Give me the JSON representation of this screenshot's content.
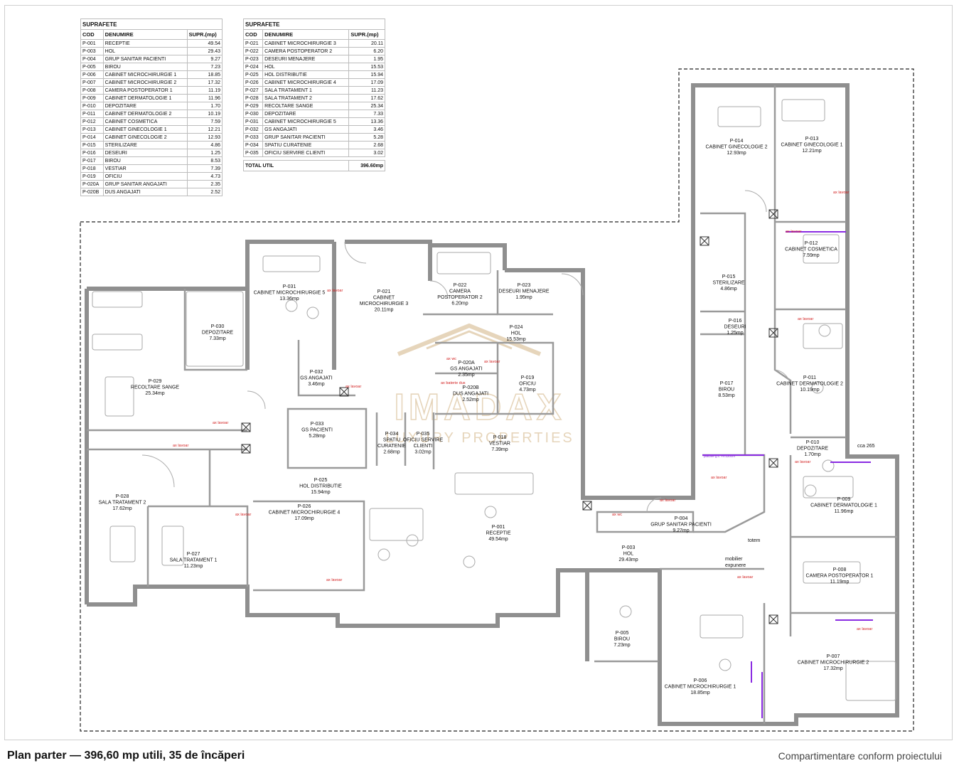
{
  "table_left": {
    "title": "SUPRAFETE",
    "headers": {
      "cod": "COD",
      "denumire": "DENUMIRE",
      "supr": "SUPR.(mp)"
    },
    "rows": [
      {
        "cod": "P-001",
        "name": "RECEPTIE",
        "area": "49.54"
      },
      {
        "cod": "P-003",
        "name": "HOL",
        "area": "29.43"
      },
      {
        "cod": "P-004",
        "name": "GRUP SANITAR PACIENTI",
        "area": "9.27"
      },
      {
        "cod": "P-005",
        "name": "BIROU",
        "area": "7.23"
      },
      {
        "cod": "P-006",
        "name": "CABINET MICROCHIRURGIE 1",
        "area": "18.85"
      },
      {
        "cod": "P-007",
        "name": "CABINET MICROCHIRURGIE 2",
        "area": "17.32"
      },
      {
        "cod": "P-008",
        "name": "CAMERA POSTOPERATOR 1",
        "area": "11.19"
      },
      {
        "cod": "P-009",
        "name": "CABINET DERMATOLOGIE 1",
        "area": "11.96"
      },
      {
        "cod": "P-010",
        "name": "DEPOZITARE",
        "area": "1.70"
      },
      {
        "cod": "P-011",
        "name": "CABINET DERMATOLOGIE 2",
        "area": "10.19"
      },
      {
        "cod": "P-012",
        "name": "CABINET COSMETICA",
        "area": "7.59"
      },
      {
        "cod": "P-013",
        "name": "CABINET GINECOLOGIE 1",
        "area": "12.21"
      },
      {
        "cod": "P-014",
        "name": "CABINET GINECOLOGIE 2",
        "area": "12.93"
      },
      {
        "cod": "P-015",
        "name": "STERILIZARE",
        "area": "4.86"
      },
      {
        "cod": "P-016",
        "name": "DESEURI",
        "area": "1.25"
      },
      {
        "cod": "P-017",
        "name": "BIROU",
        "area": "8.53"
      },
      {
        "cod": "P-018",
        "name": "VESTIAR",
        "area": "7.39"
      },
      {
        "cod": "P-019",
        "name": "OFICIU",
        "area": "4.73"
      },
      {
        "cod": "P-020A",
        "name": "GRUP SANITAR ANGAJATI",
        "area": "2.35"
      },
      {
        "cod": "P-020B",
        "name": "DUS ANGAJATI",
        "area": "2.52"
      }
    ]
  },
  "table_right": {
    "title": "SUPRAFETE",
    "headers": {
      "cod": "COD",
      "denumire": "DENUMIRE",
      "supr": "SUPR.(mp)"
    },
    "rows": [
      {
        "cod": "P-021",
        "name": "CABINET MICROCHIRURGIE 3",
        "area": "20.11"
      },
      {
        "cod": "P-022",
        "name": "CAMERA POSTOPERATOR 2",
        "area": "6.20"
      },
      {
        "cod": "P-023",
        "name": "DESEURI MENAJERE",
        "area": "1.95"
      },
      {
        "cod": "P-024",
        "name": "HOL",
        "area": "15.53"
      },
      {
        "cod": "P-025",
        "name": "HOL DISTRIBUTIE",
        "area": "15.94"
      },
      {
        "cod": "P-026",
        "name": "CABINET MICROCHIRURGIE 4",
        "area": "17.09"
      },
      {
        "cod": "P-027",
        "name": "SALA TRATAMENT 1",
        "area": "11.23"
      },
      {
        "cod": "P-028",
        "name": "SALA TRATAMENT 2",
        "area": "17.62"
      },
      {
        "cod": "P-029",
        "name": "RECOLTARE SANGE",
        "area": "25.34"
      },
      {
        "cod": "P-030",
        "name": "DEPOZITARE",
        "area": "7.33"
      },
      {
        "cod": "P-031",
        "name": "CABINET MICROCHIRURGIE 5",
        "area": "13.36"
      },
      {
        "cod": "P-032",
        "name": "GS ANGAJATI",
        "area": "3.46"
      },
      {
        "cod": "P-033",
        "name": "GRUP SANITAR PACIENTI",
        "area": "5.28"
      },
      {
        "cod": "P-034",
        "name": "SPATIU CURATENIE",
        "area": "2.68"
      },
      {
        "cod": "P-035",
        "name": "OFICIU SERVIRE CLIENTI",
        "area": "3.02"
      }
    ],
    "total_label": "TOTAL UTIL",
    "total_value": "396.60mp"
  },
  "rooms": [
    {
      "code": "P-031",
      "l1": "CABINET MICROCHIRURGIE 5",
      "area": "13.36mp"
    },
    {
      "code": "P-021",
      "l1": "CABINET",
      "l2": "MICROCHIRURGIE 3",
      "area": "20.11mp"
    },
    {
      "code": "P-022",
      "l1": "CAMERA",
      "l2": "POSTOPERATOR 2",
      "area": "6.20mp"
    },
    {
      "code": "P-023",
      "l1": "DESEURI MENAJERE",
      "area": "1.95mp"
    },
    {
      "code": "P-024",
      "l1": "HOL",
      "area": "15.53mp"
    },
    {
      "code": "P-030",
      "l1": "DEPOZITARE",
      "area": "7.33mp"
    },
    {
      "code": "P-029",
      "l1": "RECOLTARE SANGE",
      "area": "25.34mp"
    },
    {
      "code": "P-032",
      "l1": "GS ANGAJATI",
      "area": "3.46mp"
    },
    {
      "code": "P-020A",
      "l1": "GS ANGAJATI",
      "area": "2.35mp"
    },
    {
      "code": "P-020B",
      "l1": "DUS ANGAJATI",
      "area": "2.52mp"
    },
    {
      "code": "P-019",
      "l1": "OFICIU",
      "area": "4.73mp"
    },
    {
      "code": "P-033",
      "l1": "GS PACIENTI",
      "area": "5.28mp"
    },
    {
      "code": "P-034",
      "l1": "SPATIU",
      "l2": "CURATENIE",
      "area": "2.68mp"
    },
    {
      "code": "P-035",
      "l1": "OFICIU SERVIRE",
      "l2": "CLIENTI",
      "area": "3.02mp"
    },
    {
      "code": "P-018",
      "l1": "VESTIAR",
      "area": "7.39mp"
    },
    {
      "code": "P-025",
      "l1": "HOL DISTRIBUTIE",
      "area": "15.94mp"
    },
    {
      "code": "P-028",
      "l1": "SALA TRATAMENT 2",
      "area": "17.62mp"
    },
    {
      "code": "P-027",
      "l1": "SALA TRATAMENT 1",
      "area": "11.23mp"
    },
    {
      "code": "P-026",
      "l1": "CABINET MICROCHIRURGIE 4",
      "area": "17.09mp"
    },
    {
      "code": "P-001",
      "l1": "RECEPTIE",
      "area": "49.54mp"
    },
    {
      "code": "P-003",
      "l1": "HOL",
      "area": "29.43mp"
    },
    {
      "code": "P-004",
      "l1": "GRUP SANITAR PACIENTI",
      "area": "9.27mp"
    },
    {
      "code": "P-005",
      "l1": "BIROU",
      "area": "7.23mp"
    },
    {
      "code": "P-006",
      "l1": "CABINET MICROCHIRURGIE 1",
      "area": "18.85mp"
    },
    {
      "code": "P-007",
      "l1": "CABINET MICROCHIRURGIE 2",
      "area": "17.32mp"
    },
    {
      "code": "P-008",
      "l1": "CAMERA POSTOPERATOR 1",
      "area": "11.19mp"
    },
    {
      "code": "P-009",
      "l1": "CABINET DERMATOLOGIE 1",
      "area": "11.96mp"
    },
    {
      "code": "P-010",
      "l1": "DEPOZITARE",
      "area": "1.70mp"
    },
    {
      "code": "P-011",
      "l1": "CABINET DERMATOLOGIE 2",
      "area": "10.19mp"
    },
    {
      "code": "P-012",
      "l1": "CABINET COSMETICA",
      "area": "7.59mp"
    },
    {
      "code": "P-013",
      "l1": "CABINET GINECOLOGIE 1",
      "area": "12.21mp"
    },
    {
      "code": "P-014",
      "l1": "CABINET GINECOLOGIE 2",
      "area": "12.93mp"
    },
    {
      "code": "P-015",
      "l1": "STERILIZARE",
      "area": "4.86mp"
    },
    {
      "code": "P-016",
      "l1": "DESEURI",
      "area": "1.25mp"
    },
    {
      "code": "P-017",
      "l1": "BIROU",
      "area": "8.53mp"
    }
  ],
  "annotations": {
    "ax_lavoar": "ax lavoar",
    "ax_wc": "ax wc",
    "ax_baterie_dus": "ax baterie dus",
    "cca": "cca 265",
    "totem": "totem",
    "mobilier_l1": "mobilier",
    "mobilier_l2": "expunere",
    "placare": "placare g.c. H=120cm"
  },
  "watermark": {
    "brand": "IMADAX",
    "sub": "LUXURY PROPERTIES"
  },
  "footer": {
    "caption": "Plan parter — 396,60 mp utili, 35 de încăperi",
    "note": "Compartimentare conform proiectului"
  },
  "colors": {
    "wall": "#8f8f8f",
    "accent_red": "#d21f1f",
    "accent_purple": "#8a2be2",
    "watermark": "#c9a46a"
  }
}
